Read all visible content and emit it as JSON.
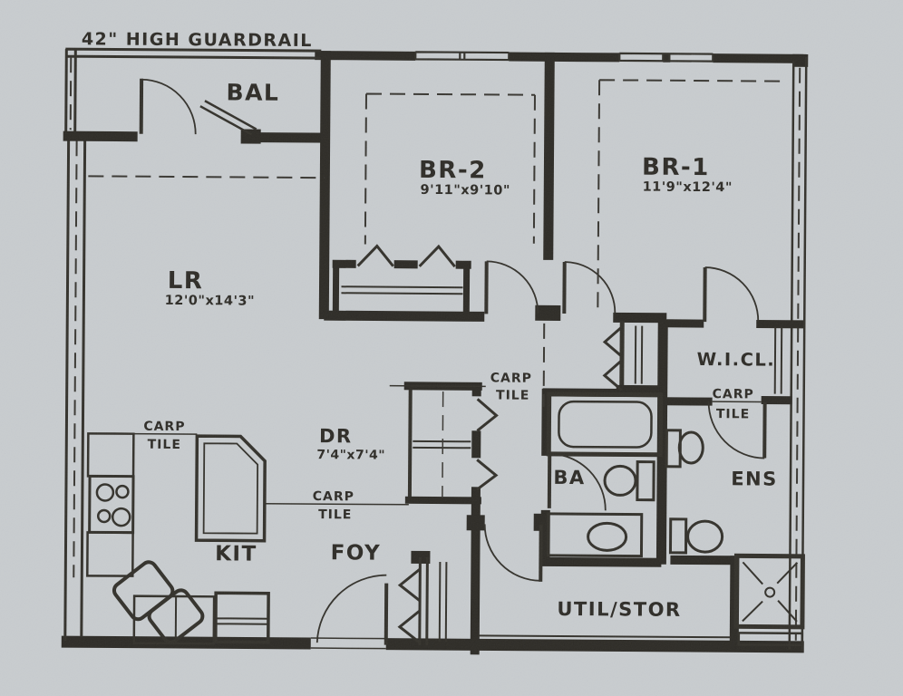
{
  "floor_plan": {
    "guardrail_note": "42\" HIGH GUARDRAIL",
    "flooring": {
      "carpet": "CARP",
      "tile": "TILE"
    },
    "rooms": {
      "bal": {
        "label": "BAL"
      },
      "br2": {
        "label": "BR-2",
        "dims": "9'11\"x9'10\""
      },
      "br1": {
        "label": "BR-1",
        "dims": "11'9\"x12'4\""
      },
      "lr": {
        "label": "LR",
        "dims": "12'0\"x14'3\""
      },
      "wicl": {
        "label": "W.I.CL."
      },
      "dr": {
        "label": "DR",
        "dims": "7'4\"x7'4\""
      },
      "ba": {
        "label": "BA"
      },
      "ens": {
        "label": "ENS"
      },
      "kit": {
        "label": "KIT"
      },
      "foy": {
        "label": "FOY"
      },
      "util": {
        "label": "UTIL/STOR"
      }
    },
    "colors": {
      "paper": "#c8cccf",
      "ink": "#2e2c27"
    }
  }
}
